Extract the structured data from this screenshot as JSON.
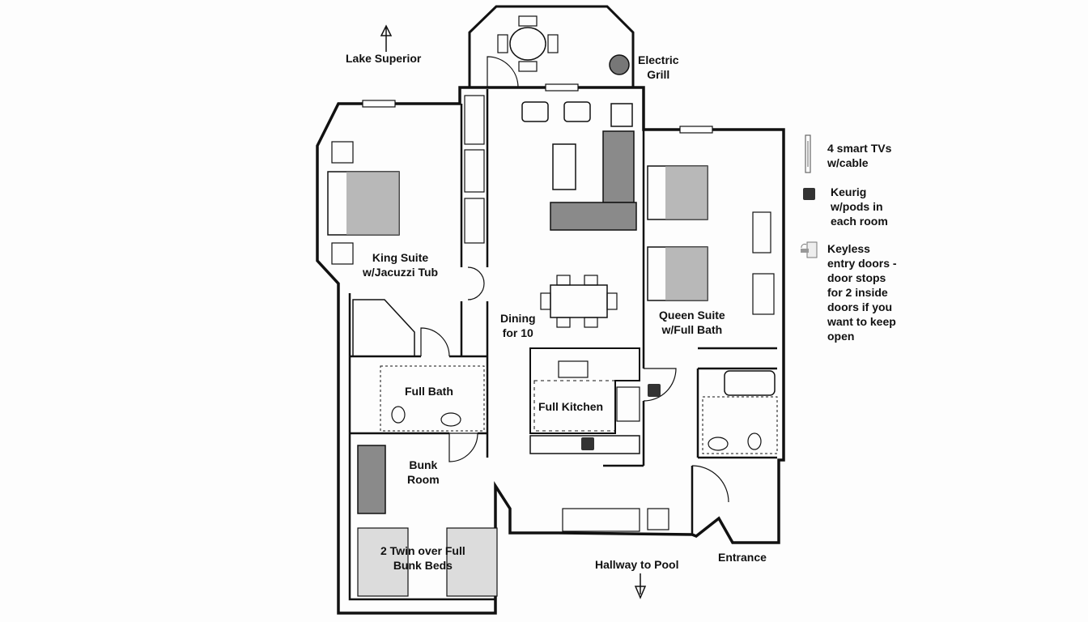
{
  "compass": {
    "label": "Lake Superior"
  },
  "balcony": {
    "grill_label_1": "Electric",
    "grill_label_2": "Grill"
  },
  "rooms": {
    "king": {
      "line1": "King Suite",
      "line2": "w/Jacuzzi Tub"
    },
    "dining": {
      "line1": "Dining",
      "line2": "for 10"
    },
    "queen": {
      "line1": "Queen Suite",
      "line2": "w/Full Bath"
    },
    "bath": {
      "line1": "Full Bath"
    },
    "kitchen": {
      "line1": "Full Kitchen"
    },
    "bunk": {
      "line1": "Bunk",
      "line2": "Room"
    },
    "bunkbeds": {
      "line1": "2 Twin over Full",
      "line2": "Bunk Beds"
    }
  },
  "exits": {
    "hallway": "Hallway to Pool",
    "entrance": "Entrance"
  },
  "legend": [
    {
      "icon": "tv-icon",
      "line1": "4 smart TVs",
      "line2": "w/cable"
    },
    {
      "icon": "keurig-icon",
      "line1": "Keurig",
      "line2": "w/pods in",
      "line3": "each room"
    },
    {
      "icon": "keyless-lock-icon",
      "line1": "Keyless",
      "line2": "entry doors -",
      "line3": "door stops",
      "line4": "for 2 inside",
      "line5": "doors if you",
      "line6": "want to keep",
      "line7": "open"
    }
  ],
  "colors": {
    "wall": "#111111",
    "keurig": "#333333",
    "bunkbed": "#dcdcdc"
  }
}
